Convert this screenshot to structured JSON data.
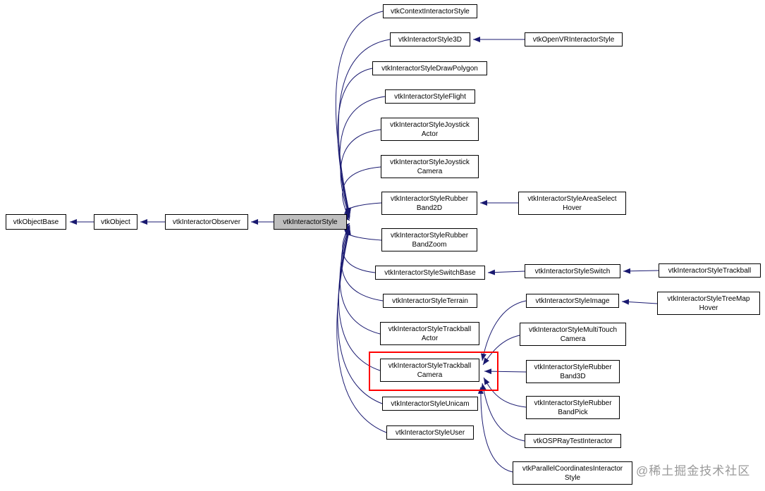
{
  "diagram": {
    "type": "class-inheritance-graph",
    "highlighted_node": "vtkInteractorStyleTrackballCamera",
    "colors": {
      "edge": "#191970",
      "node_border": "#000000",
      "selected_node_fill": "#bfbfbf",
      "highlight_border": "#ff0000"
    },
    "nodes": [
      {
        "id": "vtkObjectBase",
        "label": "vtkObjectBase"
      },
      {
        "id": "vtkObject",
        "label": "vtkObject"
      },
      {
        "id": "vtkInteractorObserver",
        "label": "vtkInteractorObserver"
      },
      {
        "id": "vtkInteractorStyle",
        "label": "vtkInteractorStyle"
      },
      {
        "id": "vtkContextInteractorStyle",
        "label": "vtkContextInteractorStyle"
      },
      {
        "id": "vtkInteractorStyle3D",
        "label": "vtkInteractorStyle3D"
      },
      {
        "id": "vtkInteractorStyleDrawPolygon",
        "label": "vtkInteractorStyleDrawPolygon"
      },
      {
        "id": "vtkInteractorStyleFlight",
        "label": "vtkInteractorStyleFlight"
      },
      {
        "id": "vtkInteractorStyleJoystickActor",
        "label": "vtkInteractorStyleJoystick Actor"
      },
      {
        "id": "vtkInteractorStyleJoystickCamera",
        "label": "vtkInteractorStyleJoystick Camera"
      },
      {
        "id": "vtkInteractorStyleRubberBand2D",
        "label": "vtkInteractorStyleRubber Band2D"
      },
      {
        "id": "vtkInteractorStyleRubberBandZoom",
        "label": "vtkInteractorStyleRubber BandZoom"
      },
      {
        "id": "vtkInteractorStyleSwitchBase",
        "label": "vtkInteractorStyleSwitchBase"
      },
      {
        "id": "vtkInteractorStyleTerrain",
        "label": "vtkInteractorStyleTerrain"
      },
      {
        "id": "vtkInteractorStyleTrackballActor",
        "label": "vtkInteractorStyleTrackball Actor"
      },
      {
        "id": "vtkInteractorStyleTrackballCamera",
        "label": "vtkInteractorStyleTrackball Camera"
      },
      {
        "id": "vtkInteractorStyleUnicam",
        "label": "vtkInteractorStyleUnicam"
      },
      {
        "id": "vtkInteractorStyleUser",
        "label": "vtkInteractorStyleUser"
      },
      {
        "id": "vtkOpenVRInteractorStyle",
        "label": "vtkOpenVRInteractorStyle"
      },
      {
        "id": "vtkInteractorStyleAreaSelectHover",
        "label": "vtkInteractorStyleAreaSelect Hover"
      },
      {
        "id": "vtkInteractorStyleSwitch",
        "label": "vtkInteractorStyleSwitch"
      },
      {
        "id": "vtkInteractorStyleImage",
        "label": "vtkInteractorStyleImage"
      },
      {
        "id": "vtkInteractorStyleMultiTouchCamera",
        "label": "vtkInteractorStyleMultiTouch Camera"
      },
      {
        "id": "vtkInteractorStyleRubberBand3D",
        "label": "vtkInteractorStyleRubber Band3D"
      },
      {
        "id": "vtkInteractorStyleRubberBandPick",
        "label": "vtkInteractorStyleRubber BandPick"
      },
      {
        "id": "vtkOSPRayTestInteractor",
        "label": "vtkOSPRayTestInteractor"
      },
      {
        "id": "vtkParallelCoordinatesInteractorStyle",
        "label": "vtkParallelCoordinatesInteractor Style"
      },
      {
        "id": "vtkInteractorStyleTrackball",
        "label": "vtkInteractorStyleTrackball"
      },
      {
        "id": "vtkInteractorStyleTreeMapHover",
        "label": "vtkInteractorStyleTreeMap Hover"
      }
    ],
    "edges": [
      {
        "from": "vtkObject",
        "to": "vtkObjectBase"
      },
      {
        "from": "vtkInteractorObserver",
        "to": "vtkObject"
      },
      {
        "from": "vtkInteractorStyle",
        "to": "vtkInteractorObserver"
      },
      {
        "from": "vtkContextInteractorStyle",
        "to": "vtkInteractorStyle"
      },
      {
        "from": "vtkInteractorStyle3D",
        "to": "vtkInteractorStyle"
      },
      {
        "from": "vtkInteractorStyleDrawPolygon",
        "to": "vtkInteractorStyle"
      },
      {
        "from": "vtkInteractorStyleFlight",
        "to": "vtkInteractorStyle"
      },
      {
        "from": "vtkInteractorStyleJoystickActor",
        "to": "vtkInteractorStyle"
      },
      {
        "from": "vtkInteractorStyleJoystickCamera",
        "to": "vtkInteractorStyle"
      },
      {
        "from": "vtkInteractorStyleRubberBand2D",
        "to": "vtkInteractorStyle"
      },
      {
        "from": "vtkInteractorStyleRubberBandZoom",
        "to": "vtkInteractorStyle"
      },
      {
        "from": "vtkInteractorStyleSwitchBase",
        "to": "vtkInteractorStyle"
      },
      {
        "from": "vtkInteractorStyleTerrain",
        "to": "vtkInteractorStyle"
      },
      {
        "from": "vtkInteractorStyleTrackballActor",
        "to": "vtkInteractorStyle"
      },
      {
        "from": "vtkInteractorStyleTrackballCamera",
        "to": "vtkInteractorStyle"
      },
      {
        "from": "vtkInteractorStyleUnicam",
        "to": "vtkInteractorStyle"
      },
      {
        "from": "vtkInteractorStyleUser",
        "to": "vtkInteractorStyle"
      },
      {
        "from": "vtkOpenVRInteractorStyle",
        "to": "vtkInteractorStyle3D"
      },
      {
        "from": "vtkInteractorStyleAreaSelectHover",
        "to": "vtkInteractorStyleRubberBand2D"
      },
      {
        "from": "vtkInteractorStyleSwitch",
        "to": "vtkInteractorStyleSwitchBase"
      },
      {
        "from": "vtkInteractorStyleImage",
        "to": "vtkInteractorStyleTrackballCamera"
      },
      {
        "from": "vtkInteractorStyleMultiTouchCamera",
        "to": "vtkInteractorStyleTrackballCamera"
      },
      {
        "from": "vtkInteractorStyleRubberBand3D",
        "to": "vtkInteractorStyleTrackballCamera"
      },
      {
        "from": "vtkInteractorStyleRubberBandPick",
        "to": "vtkInteractorStyleTrackballCamera"
      },
      {
        "from": "vtkOSPRayTestInteractor",
        "to": "vtkInteractorStyleTrackballCamera"
      },
      {
        "from": "vtkParallelCoordinatesInteractorStyle",
        "to": "vtkInteractorStyleTrackballCamera"
      },
      {
        "from": "vtkInteractorStyleTrackball",
        "to": "vtkInteractorStyleSwitch"
      },
      {
        "from": "vtkInteractorStyleTreeMapHover",
        "to": "vtkInteractorStyleImage"
      }
    ],
    "watermark": "@稀土掘金技术社区"
  }
}
